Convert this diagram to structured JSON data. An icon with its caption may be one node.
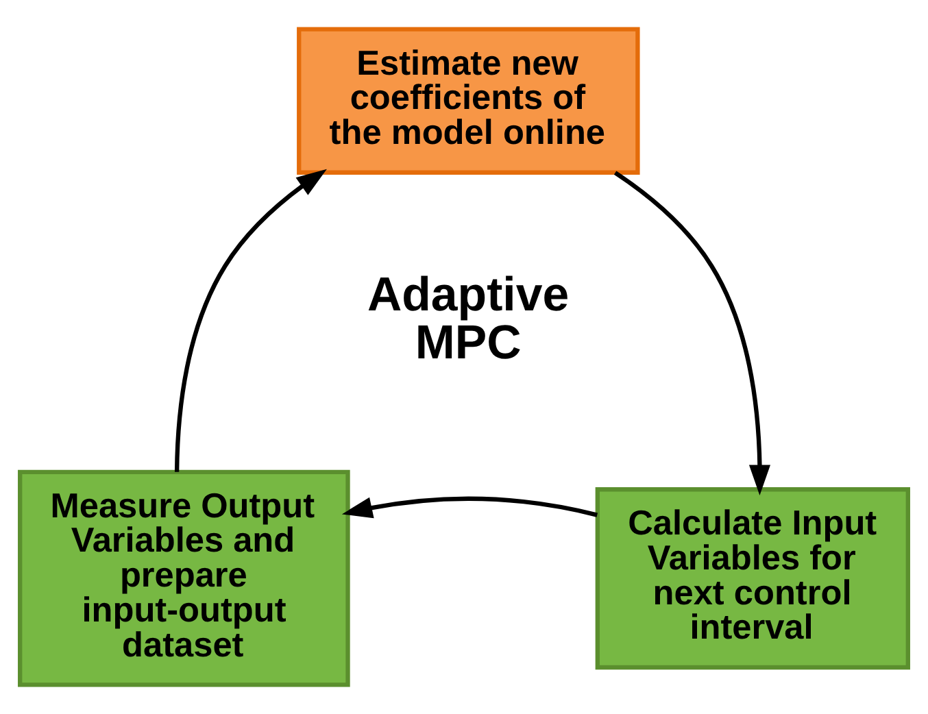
{
  "diagram": {
    "nodes": [
      {
        "text": [
          "Estimate new coefficients of the model online"
        ]
      },
      {
        "text": [
          "Calculate Input Variables for next control interval"
        ]
      },
      {
        "text": [
          "Measure Output Variables and prepare input-output dataset"
        ]
      }
    ],
    "edges": [
      {
        "from": 0,
        "to": 1,
        "arrow": "to"
      },
      {
        "from": 1,
        "to": 2,
        "arrow": "to"
      },
      {
        "from": 2,
        "to": 0,
        "arrow": "to"
      }
    ],
    "labels": [
      "Adaptive MPC"
    ]
  }
}
